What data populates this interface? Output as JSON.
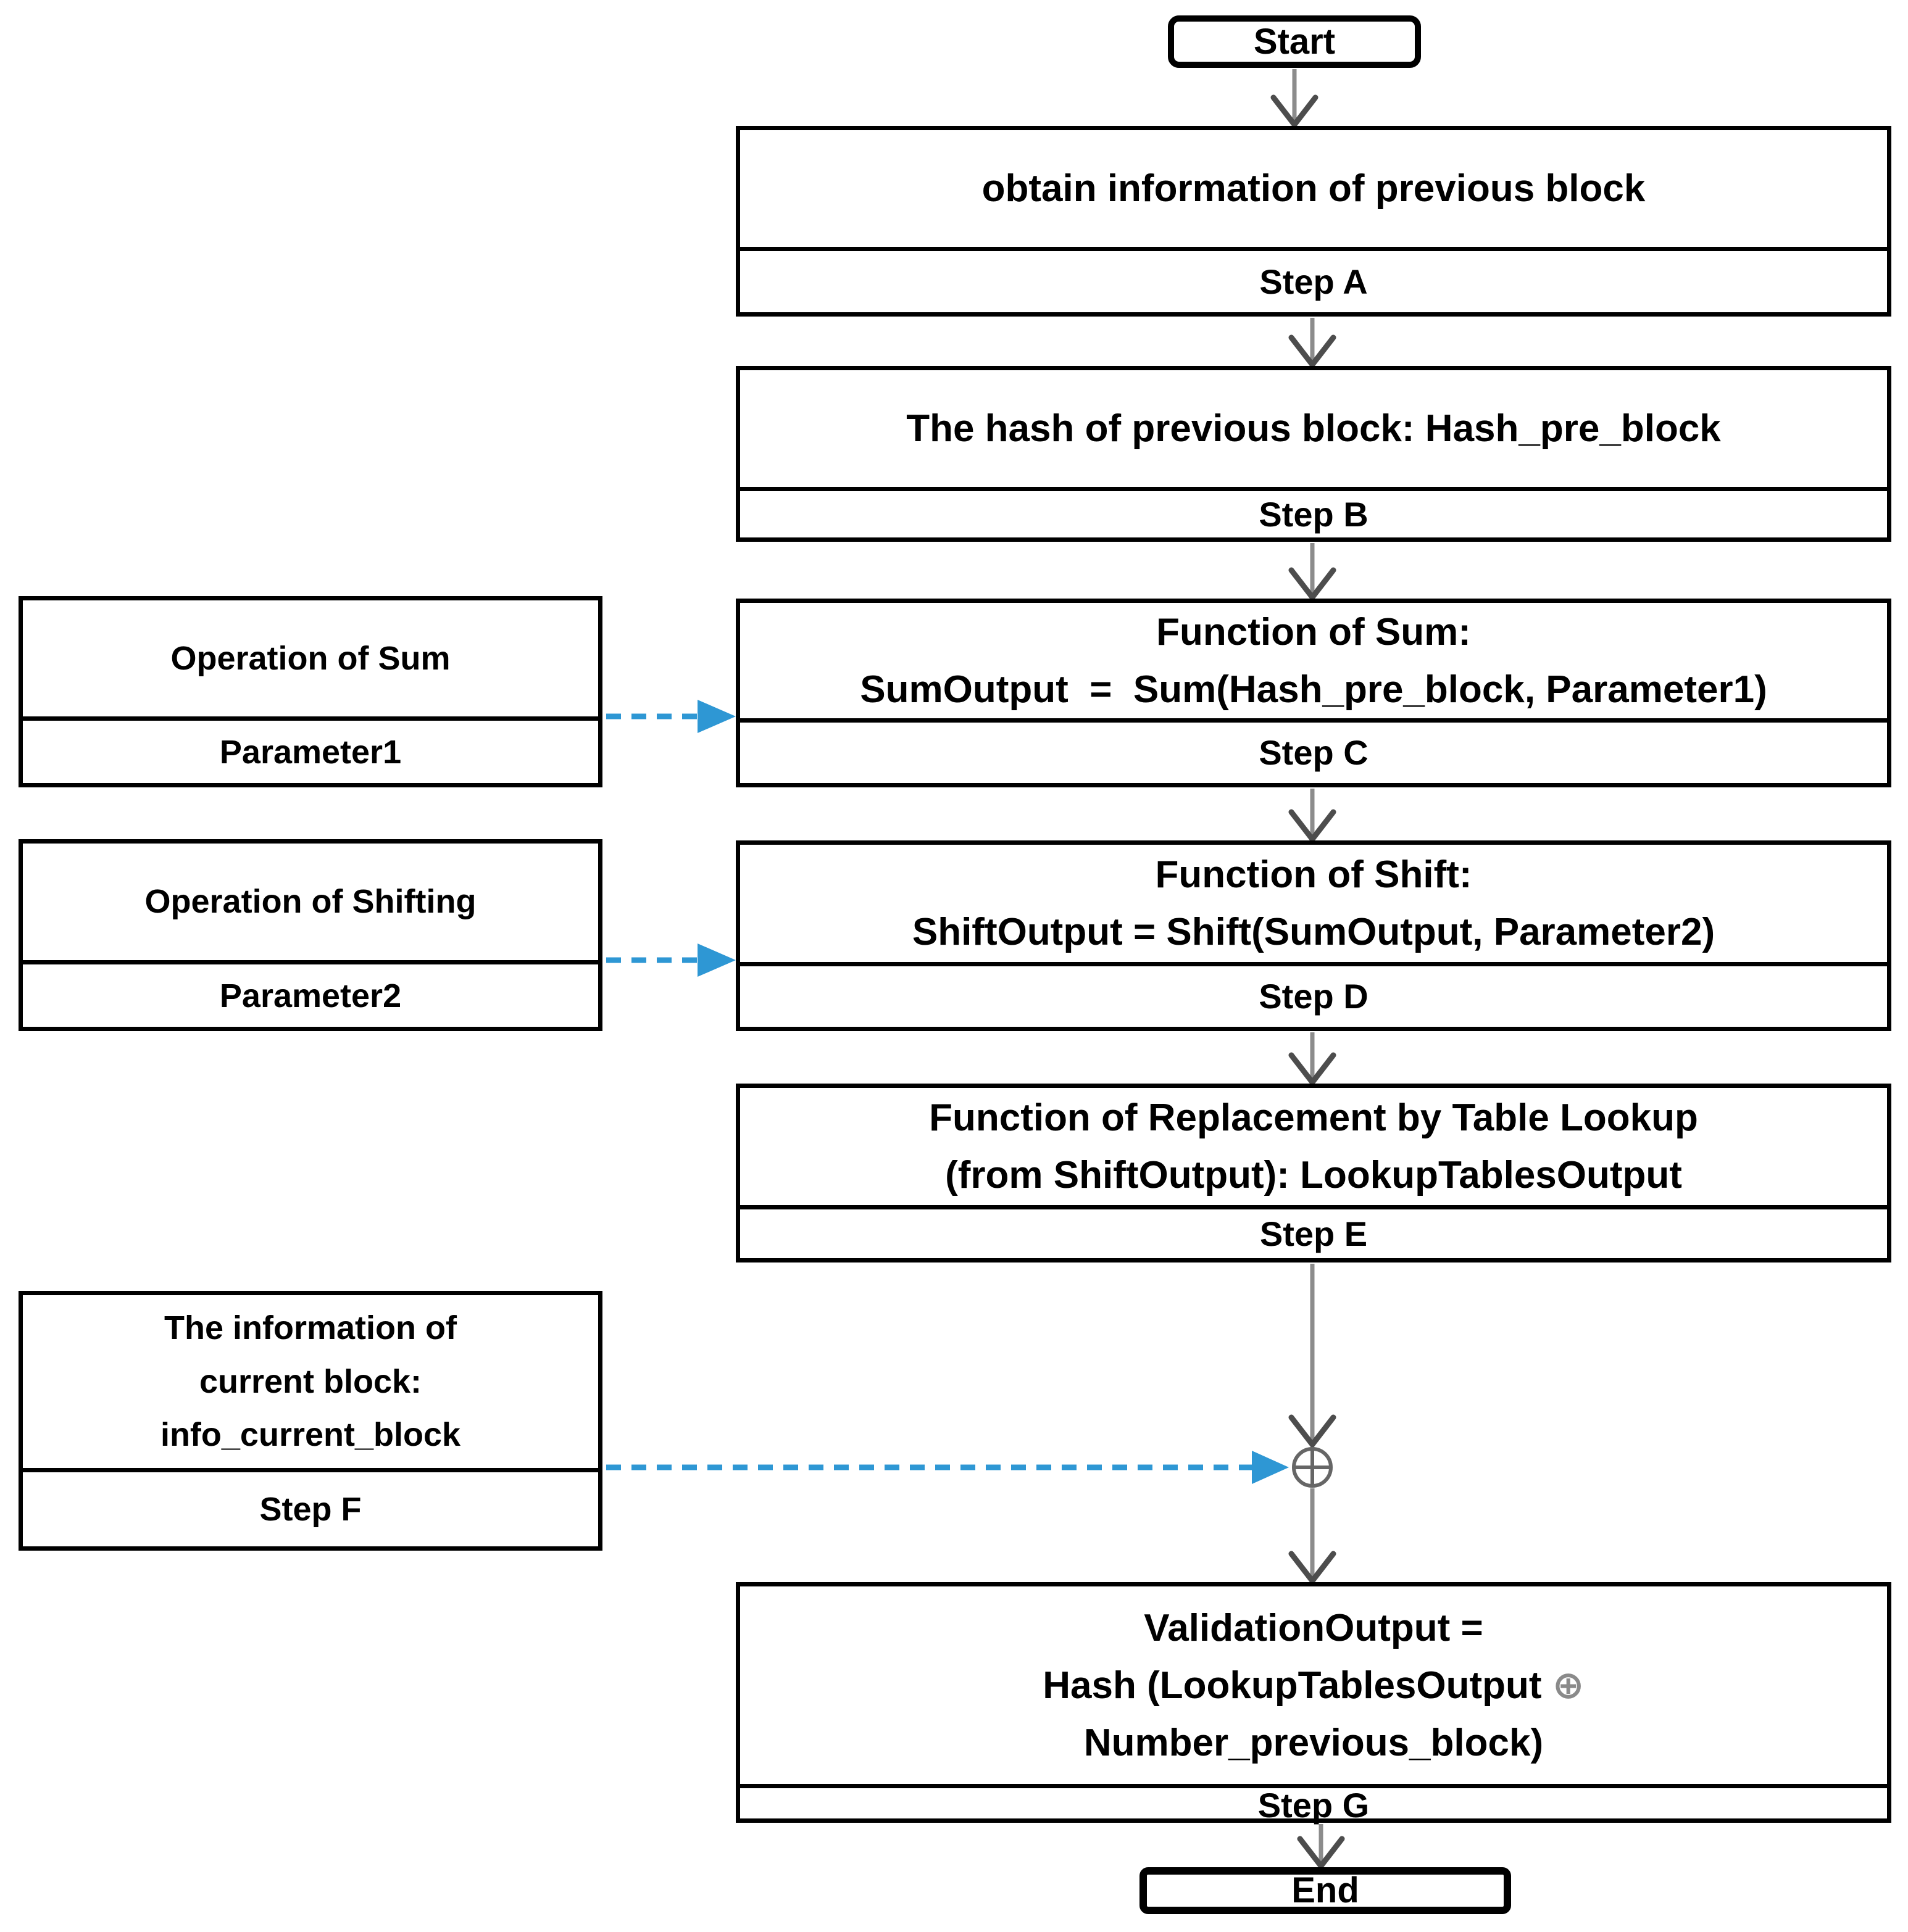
{
  "diagram": {
    "type": "flowchart",
    "start": {
      "label": "Start"
    },
    "end": {
      "label": "End"
    },
    "main_steps": [
      {
        "lines": [
          "obtain information of previous block"
        ],
        "step_label": "Step A"
      },
      {
        "lines": [
          "The hash of previous block: Hash_pre_block"
        ],
        "step_label": "Step B"
      },
      {
        "lines": [
          "Function of Sum:",
          "SumOutput  =  Sum(Hash_pre_block, Parameter1)"
        ],
        "step_label": "Step C"
      },
      {
        "lines": [
          "Function of Shift:",
          "ShiftOutput = Shift(SumOutput, Parameter2)"
        ],
        "step_label": "Step D"
      },
      {
        "lines": [
          "Function of Replacement by Table Lookup",
          "(from ShiftOutput): LookupTablesOutput"
        ],
        "step_label": "Step E"
      },
      {
        "lines": [
          "ValidationOutput =",
          "Hash (LookupTablesOutput",
          "Number_previous_block)"
        ],
        "step_label": "Step G"
      }
    ],
    "side_inputs": [
      {
        "lines": [
          "Operation of Sum"
        ],
        "bottom_label": "Parameter1"
      },
      {
        "lines": [
          "Operation of Shifting"
        ],
        "bottom_label": "Parameter2"
      },
      {
        "lines": [
          "The information of",
          "current block:",
          "info_current_block"
        ],
        "bottom_label": "Step F"
      }
    ],
    "xor_symbol": "⊕",
    "colors": {
      "box_border": "#000000",
      "box_fill": "#ffffff",
      "text": "#000000",
      "solid_arrow": "#8c8c8c",
      "arrow_head": "#4d4d4d",
      "dashed_arrow": "#2e97d4",
      "xor_gray": "#8a8a8a"
    }
  }
}
